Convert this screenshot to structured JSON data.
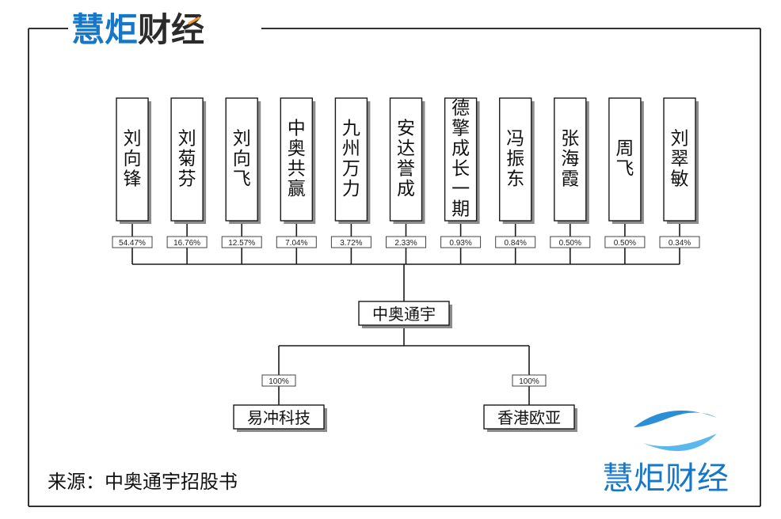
{
  "brand": {
    "title": "慧炬财经",
    "title_main": "慧炬",
    "title_tail": "财经",
    "color_blue": "#1677c8",
    "color_dark": "#2b2b2b",
    "accent_orange": "#f39a1e"
  },
  "shareholders": [
    {
      "name": "刘向锋",
      "pct": "54.47%"
    },
    {
      "name": "刘菊芬",
      "pct": "16.76%"
    },
    {
      "name": "刘向飞",
      "pct": "12.57%"
    },
    {
      "name": "中奥共赢",
      "pct": "7.04%"
    },
    {
      "name": "九州万力",
      "pct": "3.72%"
    },
    {
      "name": "安达誉成",
      "pct": "2.33%"
    },
    {
      "name": "德擎成长一期",
      "pct": "0.93%"
    },
    {
      "name": "冯振东",
      "pct": "0.84%"
    },
    {
      "name": "张海霞",
      "pct": "0.50%"
    },
    {
      "name": "周飞",
      "pct": "0.50%"
    },
    {
      "name": "刘翠敏",
      "pct": "0.34%"
    }
  ],
  "company": {
    "name": "中奥通宇"
  },
  "subsidiaries": [
    {
      "name": "易冲科技",
      "pct": "100%"
    },
    {
      "name": "香港欧亚",
      "pct": "100%"
    }
  ],
  "source": "来源：中奥通宇招股书",
  "logo": {
    "text": "慧炬财经",
    "icon": "swirl-logo-icon"
  }
}
